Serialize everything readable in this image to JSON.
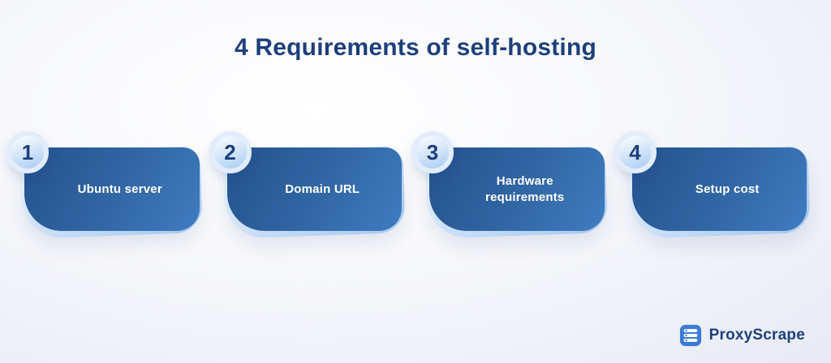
{
  "title": "4 Requirements of self-hosting",
  "cards": [
    {
      "number": "1",
      "label": "Ubuntu server"
    },
    {
      "number": "2",
      "label": "Domain URL"
    },
    {
      "number": "3",
      "label": "Hardware requirements"
    },
    {
      "number": "4",
      "label": "Setup cost"
    }
  ],
  "brand": {
    "name": "ProxyScrape"
  },
  "colors": {
    "title_text": "#1d3f7a",
    "card_dark_start": "#24528f",
    "card_dark_end": "#3f7cc0",
    "card_accent_start": "#eaf3fd",
    "card_accent_end": "#a6c8ef",
    "badge_number": "#1d3f7a",
    "card_label_text": "#ffffff",
    "brand_text": "#1e3f7d",
    "brand_logo_blue": "#3a7bd5",
    "background_start": "#ffffff",
    "background_end": "#e7eaf4"
  }
}
